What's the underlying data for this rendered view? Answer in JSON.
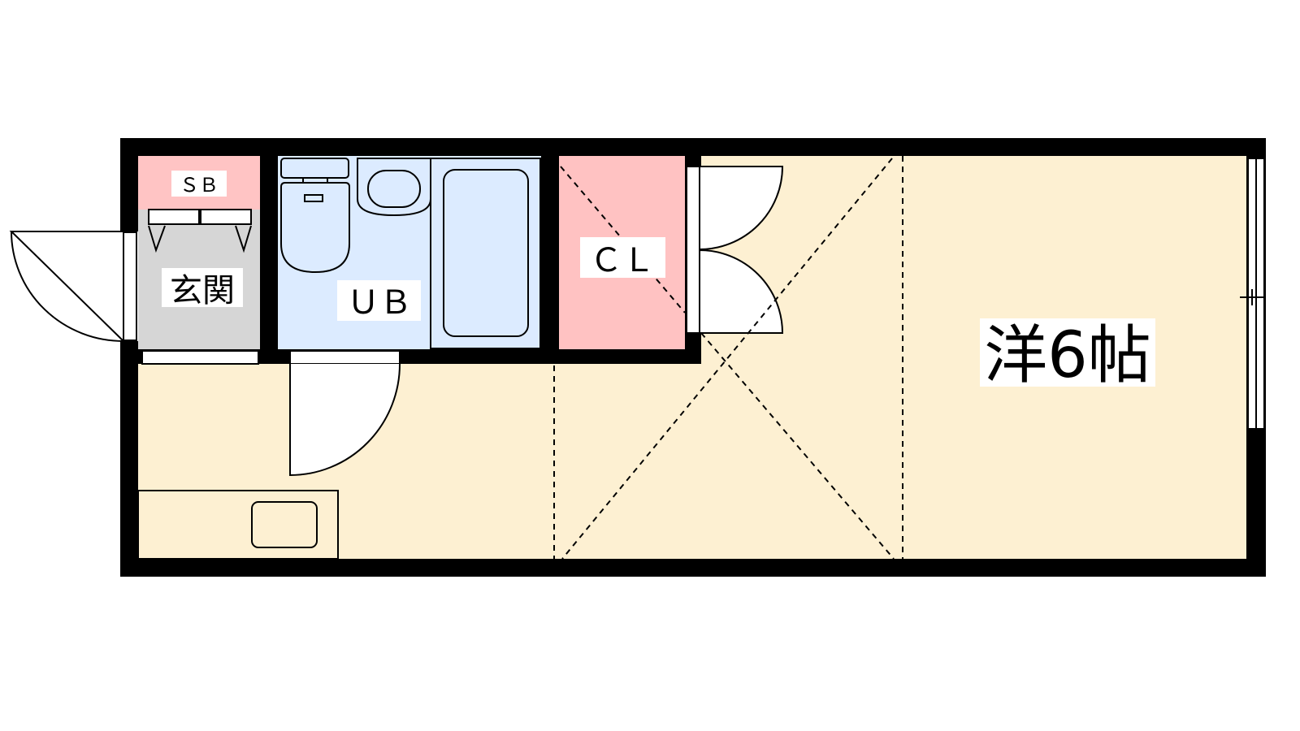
{
  "rooms": {
    "shoe_box": {
      "label": "ＳＢ",
      "color": "#ffc4c4"
    },
    "entrance": {
      "label": "玄関",
      "color": "#d6d6d6"
    },
    "unit_bath": {
      "label": "ＵＢ",
      "color": "#dcebff"
    },
    "closet": {
      "label": "ＣＬ",
      "color": "#ffc2c2"
    },
    "western_room": {
      "label": "洋6帖",
      "color": "#fdf0d2"
    },
    "kitchen": {
      "color": "#fdf0d2"
    }
  },
  "colors": {
    "wall": "#000000",
    "fixture": "#ffffff"
  }
}
